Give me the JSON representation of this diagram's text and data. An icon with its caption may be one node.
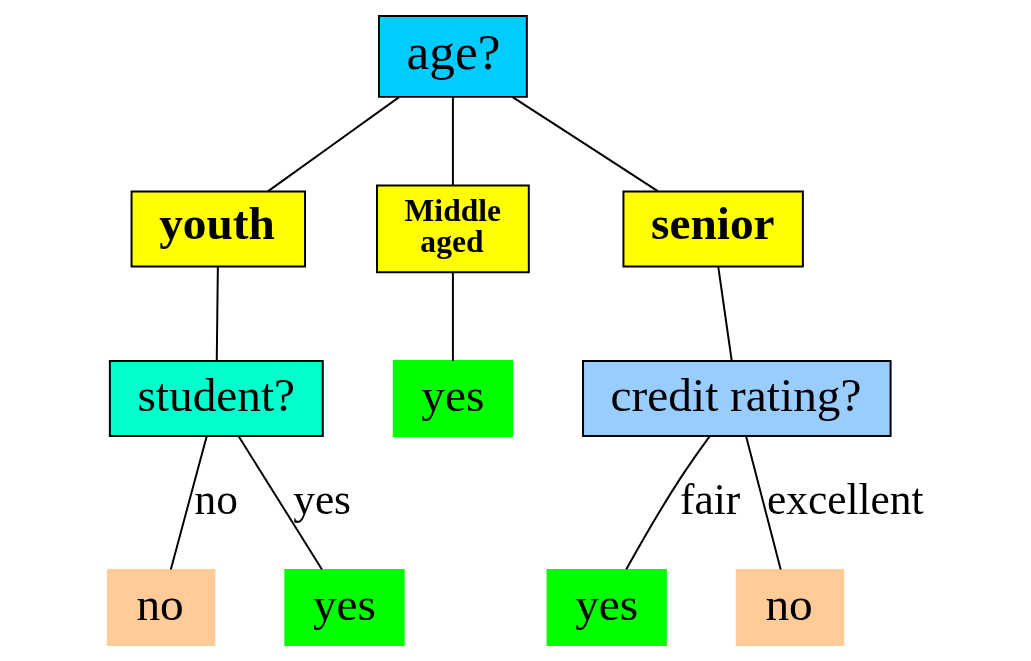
{
  "diagram": {
    "nodes": [
      {
        "text": [
          "age?"
        ]
      },
      {
        "text": [
          "youth"
        ]
      },
      {
        "text": [
          "Middle aged"
        ]
      },
      {
        "text": [
          "senior"
        ]
      },
      {
        "text": [
          "student?"
        ]
      },
      {
        "text": [
          "yes"
        ]
      },
      {
        "text": [
          "credit rating?"
        ]
      },
      {
        "text": [
          "no"
        ]
      },
      {
        "text": [
          "yes"
        ]
      },
      {
        "text": [
          "yes"
        ]
      },
      {
        "text": [
          "no"
        ]
      }
    ],
    "edges": [
      {
        "from": 0,
        "to": 1,
        "arrow": "none"
      },
      {
        "from": 0,
        "to": 2,
        "arrow": "none"
      },
      {
        "from": 0,
        "to": 3,
        "arrow": "none"
      },
      {
        "from": 1,
        "to": 4,
        "arrow": "none"
      },
      {
        "from": 2,
        "to": 5,
        "arrow": "none"
      },
      {
        "from": 3,
        "to": 6,
        "arrow": "none"
      },
      {
        "from": 4,
        "to": 7,
        "arrow": "none",
        "label": "no"
      },
      {
        "from": 4,
        "to": 8,
        "arrow": "none",
        "label": "yes"
      },
      {
        "from": 6,
        "to": 9,
        "arrow": "none",
        "label": "fair"
      },
      {
        "from": 6,
        "to": 10,
        "arrow": "none",
        "label": "excellent"
      }
    ]
  }
}
